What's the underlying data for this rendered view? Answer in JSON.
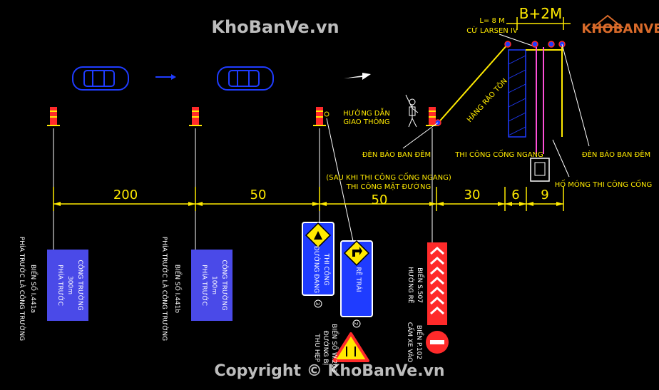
{
  "watermark": {
    "top": "KhoBanVe.vn",
    "logo": "KHOBANVE",
    "bottom": "Copyright © KhoBanVe.vn"
  },
  "dimensions": {
    "d200": "200",
    "d50a": "50",
    "d50b": "50",
    "d30": "30",
    "d6": "6",
    "d9": "9",
    "top_width": "B+2M",
    "sheet_pile_length": "L= 8 M",
    "sheet_pile_type": "CỪ LARSEN IV"
  },
  "labels": {
    "huong_dan_1": "HƯỚNG DẪN",
    "huong_dan_2": "GIAO THÔNG",
    "den_bao_left": "ĐÈN BÁO BAN ĐÊM",
    "den_bao_right": "ĐÈN BÁO BAN ĐÊM",
    "thi_cong_cong_ngang": "THI CÔNG CỐNG NGANG",
    "ho_mong": "HỐ MÓNG THI CÔNG CỐNG",
    "hang_rao_ton": "HÀNG RÀO TÔN",
    "sau_khi_1": "(SAU KHI THI CÔNG CỐNG NGANG)",
    "sau_khi_2": "THI CÔNG MẶT ĐƯỜNG"
  },
  "signs": {
    "s1_side_1": "PHÍA TRƯỚC LÀ CÔNG TRƯỜNG",
    "s1_side_2": "BIỂN SỐ I.441a",
    "s1_l1": "CÔNG TRƯỜNG",
    "s1_l2": "300m",
    "s1_l3": "PHÍA TRƯỚC",
    "s2_side_1": "PHÍA TRƯỚC LÀ CÔNG TRƯỜNG",
    "s2_side_2": "BIỂN SỐ I.441b",
    "s2_l1": "CÔNG TRƯỜNG",
    "s2_l2": "100m",
    "s2_l3": "PHÍA TRƯỚC",
    "s3_l1": "THI CÔNG",
    "s3_l2": "ĐƯỜNG ĐANG",
    "s3_num": "3",
    "s4_text": "RẼ TRÁI",
    "s4_num": "2",
    "s5_side_1": "BIỂN SỐ W.203",
    "s5_side_2": "ĐƯỜNG BỊ",
    "s5_side_3": "THU HẸP",
    "s6_side_1": "BIỂN S.507",
    "s6_side_2": "HƯỚNG RẼ",
    "s7_side_1": "BIỂN P.102",
    "s7_side_2": "CẤM XE VÀO"
  }
}
